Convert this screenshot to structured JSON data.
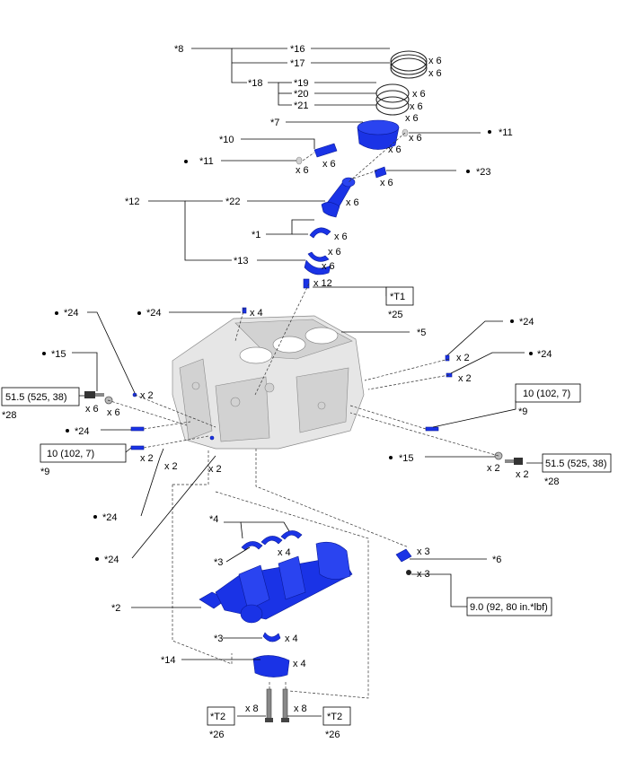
{
  "callouts": {
    "c8": "*8",
    "c16": "*16",
    "c17": "*17",
    "c18": "*18",
    "c19": "*19",
    "c20": "*20",
    "c21": "*21",
    "c7": "*7",
    "c10": "*10",
    "c11a": "*11",
    "c11b": "*11",
    "c23": "*23",
    "c12": "*12",
    "c22": "*22",
    "c1": "*1",
    "c13": "*13",
    "c24a": "*24",
    "c24b": "*24",
    "c24c": "*24",
    "c24d": "*24",
    "c24e": "*24",
    "c24f": "*24",
    "c24g": "*24",
    "c5": "*5",
    "c15a": "*15",
    "c15b": "*15",
    "c9a": "*9",
    "c9b": "*9",
    "c28a": "*28",
    "c28b": "*28",
    "c4": "*4",
    "c3a": "*3",
    "c3b": "*3",
    "c6": "*6",
    "c2": "*2",
    "c14": "*14",
    "c25": "*25",
    "c26a": "*26",
    "c26b": "*26"
  },
  "quantities": {
    "q16": "x 6",
    "q17": "x 6",
    "q19": "x 6",
    "q20": "x 6",
    "q21": "x 6",
    "q7": "x 6",
    "q11b": "x 6",
    "q10": "x 6",
    "q11a": "x 6",
    "q23": "x 6",
    "q22": "x 6",
    "q1a": "x 6",
    "q1b": "x 6",
    "q13": "x 6",
    "q25": "x 12",
    "q24top": "x 4",
    "q24r1": "x 2",
    "q24r2": "x 2",
    "q24l1": "x 2",
    "q15l": "x 6",
    "q28l": "x 6",
    "q9l": "x 2",
    "q24b1": "x 2",
    "q24b2": "x 2",
    "q15r": "x 2",
    "q28r": "x 2",
    "q6a": "x 3",
    "q6b": "x 3",
    "q4": "x 4",
    "q3b": "x 4",
    "q14": "x 4",
    "q26a": "x 8",
    "q26b": "x 8"
  },
  "torque_boxes": {
    "t1": "*T1",
    "t2a": "*T2",
    "t2b": "*T2",
    "torque_28_left": "51.5 (525, 38)",
    "torque_28_right": "51.5 (525, 38)",
    "torque_9_left": "10 (102, 7)",
    "torque_9_right": "10 (102, 7)",
    "torque_6": "9.0 (92, 80 in.*lbf)"
  },
  "colors": {
    "part_blue": "#1a33e6",
    "block_gray": "#e6e6e6"
  }
}
